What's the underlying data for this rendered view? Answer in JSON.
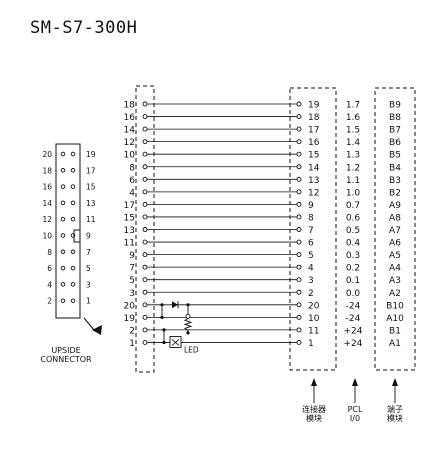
{
  "title": "SM-S7-300H",
  "connector_caption": [
    "UPSIDE",
    "CONNECTOR"
  ],
  "connector_pins": [
    {
      "left": "20",
      "right": "19"
    },
    {
      "left": "18",
      "right": "17"
    },
    {
      "left": "16",
      "right": "15"
    },
    {
      "left": "14",
      "right": "13"
    },
    {
      "left": "12",
      "right": "11"
    },
    {
      "left": "10",
      "right": "9"
    },
    {
      "left": "8",
      "right": "7"
    },
    {
      "left": "6",
      "right": "5"
    },
    {
      "left": "4",
      "right": "3"
    },
    {
      "left": "2",
      "right": "1"
    }
  ],
  "rows": [
    {
      "left": "18",
      "right": "19",
      "plc": "1.7",
      "term": "B9"
    },
    {
      "left": "16",
      "right": "18",
      "plc": "1.6",
      "term": "B8"
    },
    {
      "left": "14",
      "right": "17",
      "plc": "1.5",
      "term": "B7"
    },
    {
      "left": "12",
      "right": "16",
      "plc": "1.4",
      "term": "B6"
    },
    {
      "left": "10",
      "right": "15",
      "plc": "1.3",
      "term": "B5"
    },
    {
      "left": "8",
      "right": "14",
      "plc": "1.2",
      "term": "B4"
    },
    {
      "left": "6",
      "right": "13",
      "plc": "1.1",
      "term": "B3"
    },
    {
      "left": "4",
      "right": "12",
      "plc": "1.0",
      "term": "B2"
    },
    {
      "left": "17",
      "right": "9",
      "plc": "0.7",
      "term": "A9"
    },
    {
      "left": "15",
      "right": "8",
      "plc": "0.6",
      "term": "A8"
    },
    {
      "left": "13",
      "right": "7",
      "plc": "0.5",
      "term": "A7"
    },
    {
      "left": "11",
      "right": "6",
      "plc": "0.4",
      "term": "A6"
    },
    {
      "left": "9",
      "right": "5",
      "plc": "0.3",
      "term": "A5"
    },
    {
      "left": "7",
      "right": "4",
      "plc": "0.2",
      "term": "A4"
    },
    {
      "left": "5",
      "right": "3",
      "plc": "0.1",
      "term": "A3"
    },
    {
      "left": "3",
      "right": "2",
      "plc": "0.0",
      "term": "A2"
    },
    {
      "left": "20",
      "right": "20",
      "plc": "-24",
      "term": "B10"
    },
    {
      "left": "19",
      "right": "10",
      "plc": "-24",
      "term": "A10"
    },
    {
      "left": "2",
      "right": "11",
      "plc": "+24",
      "term": "B1"
    },
    {
      "left": "1",
      "right": "1",
      "plc": "+24",
      "term": "A1"
    }
  ],
  "led_label": "LED",
  "captions": {
    "connector_module": [
      "连接器",
      "模块"
    ],
    "plc_io": [
      "PCL",
      "I/0"
    ],
    "terminal": [
      "端子",
      "模块"
    ]
  }
}
